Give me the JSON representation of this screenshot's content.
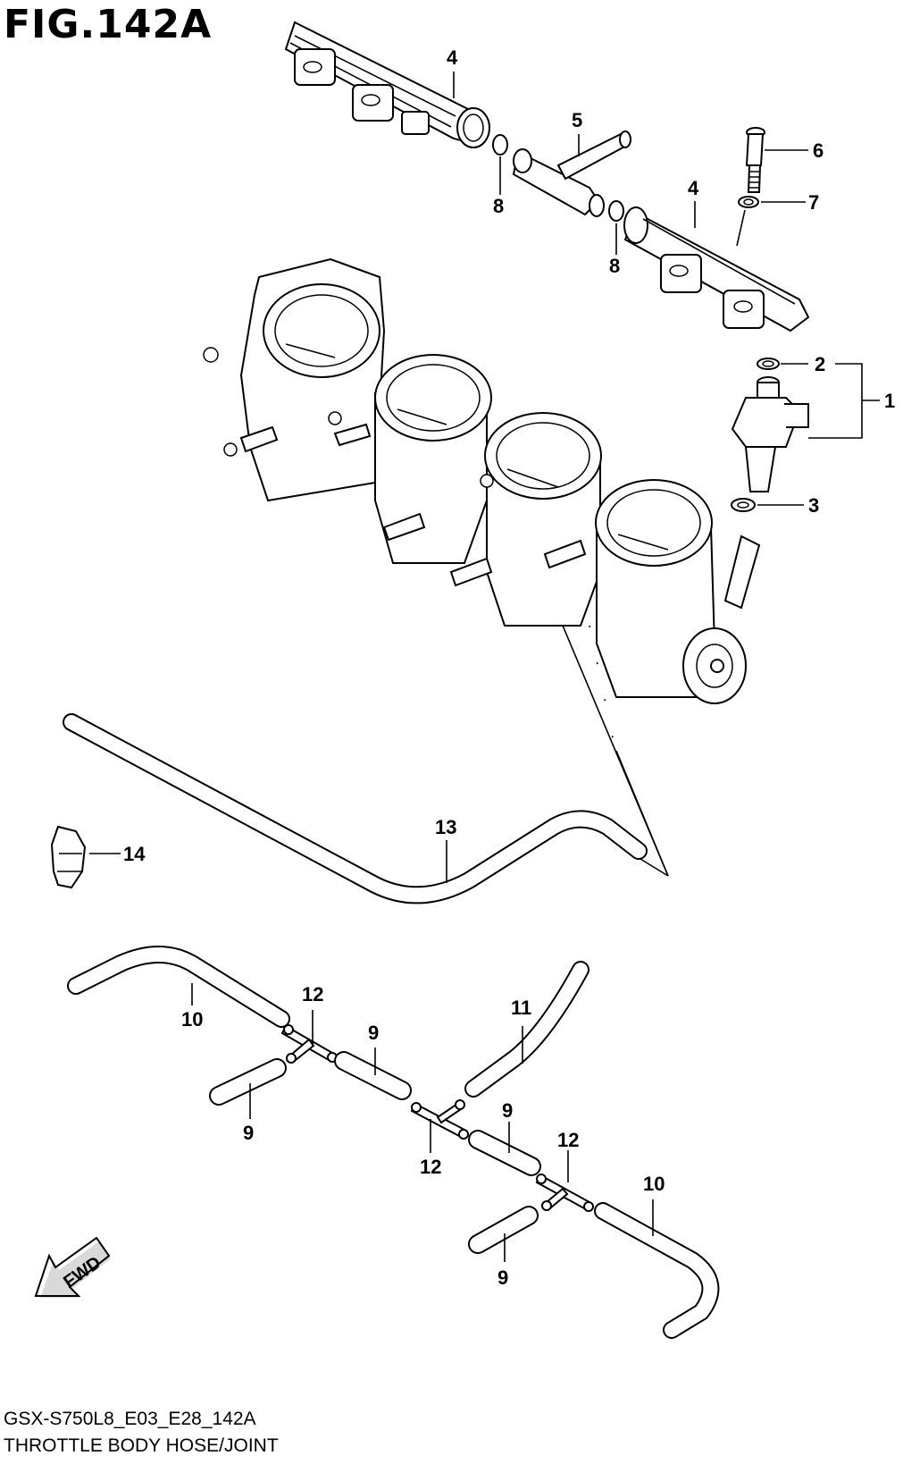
{
  "figure": {
    "title": "FIG.142A",
    "model_code": "GSX-S750L8_E03_E28_142A",
    "caption": "THROTTLE BODY HOSE/JOINT"
  },
  "callouts": {
    "c1": "1",
    "c2": "2",
    "c3": "3",
    "c4a": "4",
    "c4b": "4",
    "c5": "5",
    "c6": "6",
    "c7": "7",
    "c8a": "8",
    "c8b": "8",
    "c9a": "9",
    "c9b": "9",
    "c9c": "9",
    "c9d": "9",
    "c10a": "10",
    "c10b": "10",
    "c11": "11",
    "c12a": "12",
    "c12b": "12",
    "c12c": "12",
    "c13": "13",
    "c14": "14"
  },
  "direction_marker": {
    "label": "FWD"
  }
}
